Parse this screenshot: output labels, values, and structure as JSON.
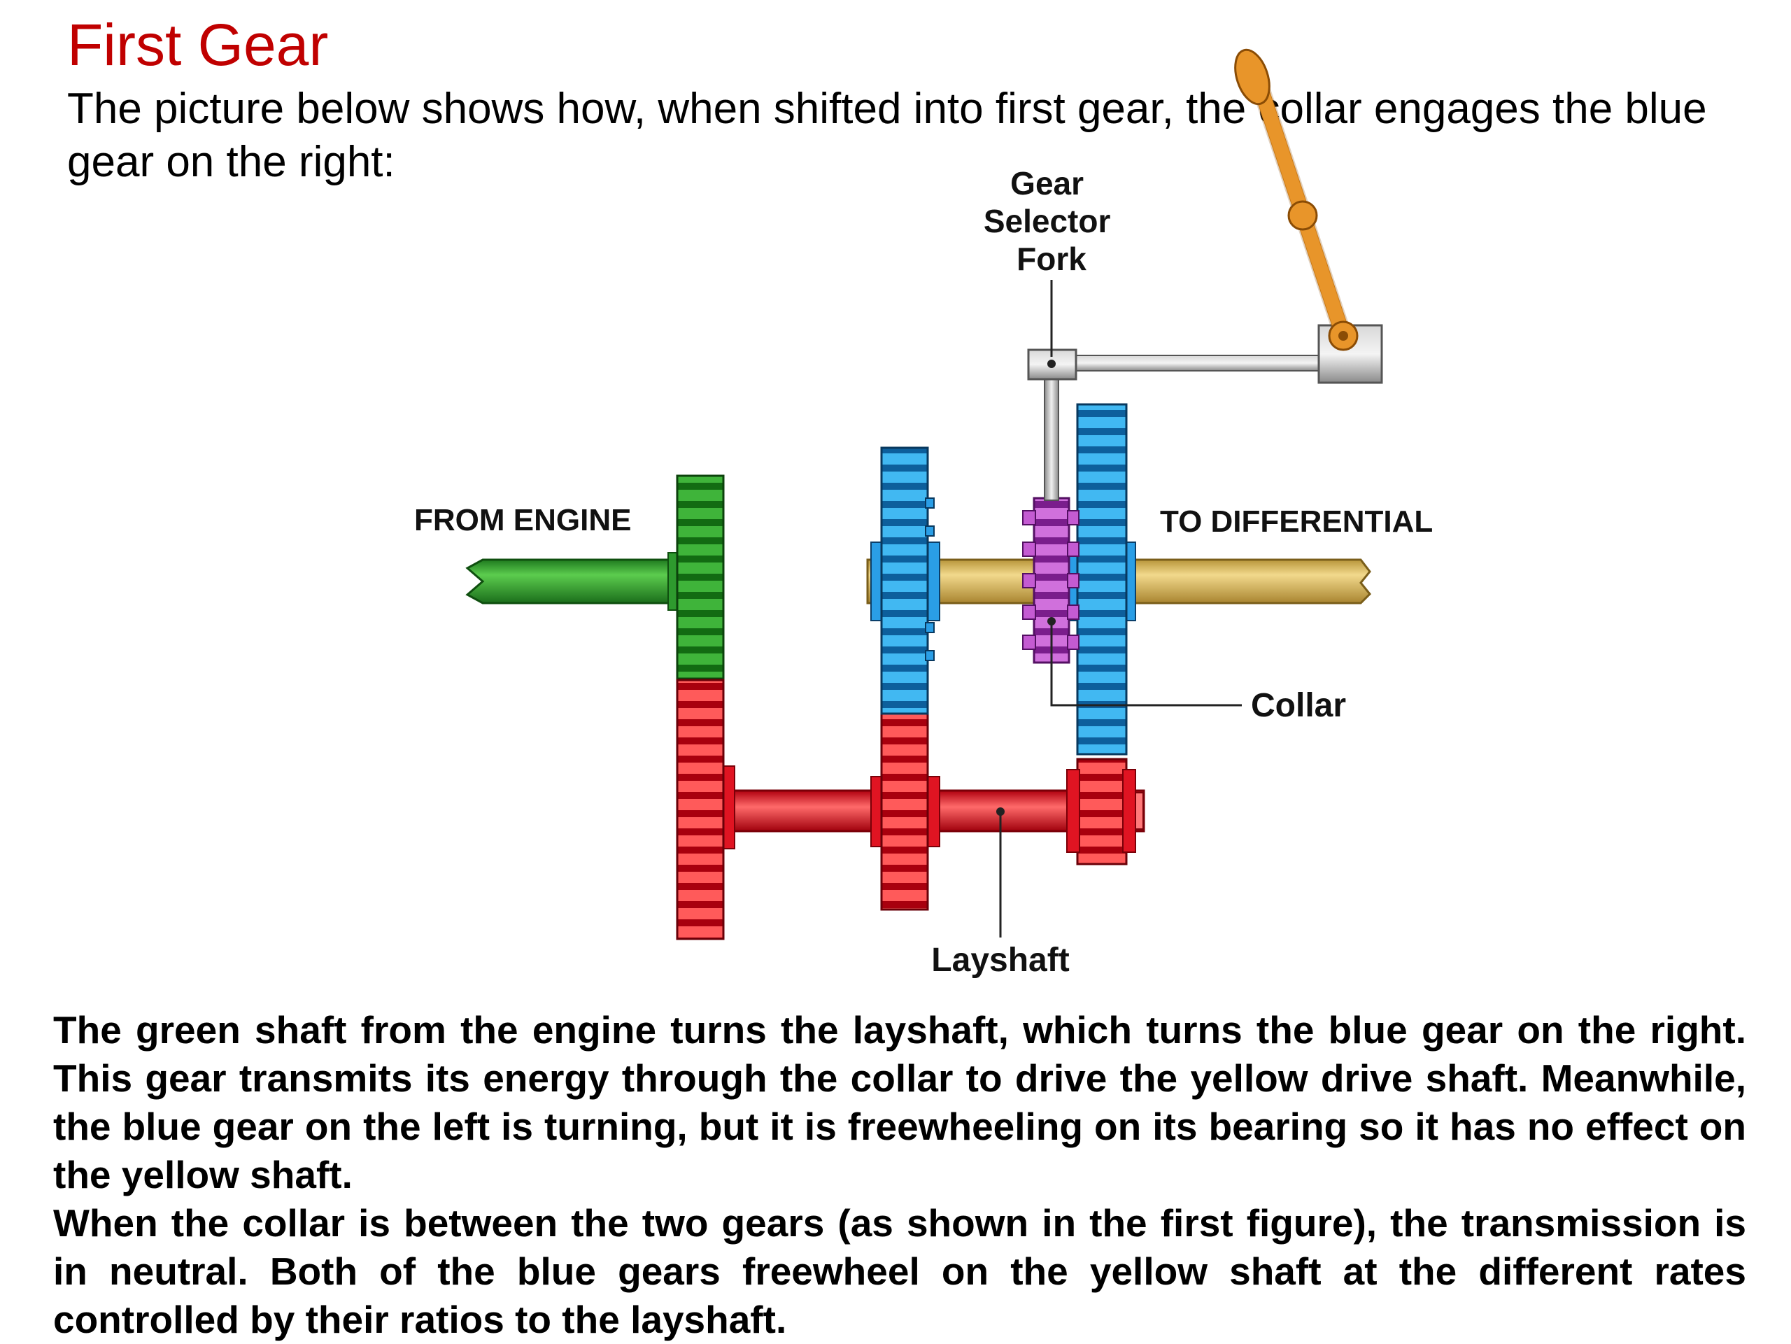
{
  "slide": {
    "title": "First Gear",
    "intro": "The picture below shows how, when shifted into first gear, the collar engages the blue gear on the right:"
  },
  "diagram": {
    "labels": {
      "gear_selector_fork": [
        "Gear",
        "Selector",
        "Fork"
      ],
      "from_engine": "FROM ENGINE",
      "to_differential": "TO DIFFERENTIAL",
      "collar": "Collar",
      "layshaft": "Layshaft"
    },
    "colors": {
      "input_shaft": "#33a02c",
      "output_shaft": "#e3c46a",
      "layshaft": "#ee1c25",
      "gear_blue": "#1e9ee8",
      "collar": "#b43cc8",
      "lever": "#e08a1e",
      "linkage": "#a8a8a8"
    }
  },
  "body": {
    "paragraph1": "The green shaft from the engine turns the layshaft, which turns the blue gear on the right. This gear transmits its energy through the collar to drive the yellow drive shaft. Meanwhile, the blue gear on the left is turning, but it is freewheeling on its bearing so it has no effect on the yellow shaft.",
    "paragraph2": "When the collar is between the two gears (as shown in the first figure), the transmission is in neutral. Both of the blue gears freewheel on the yellow shaft at the different rates controlled by their ratios to the layshaft."
  }
}
